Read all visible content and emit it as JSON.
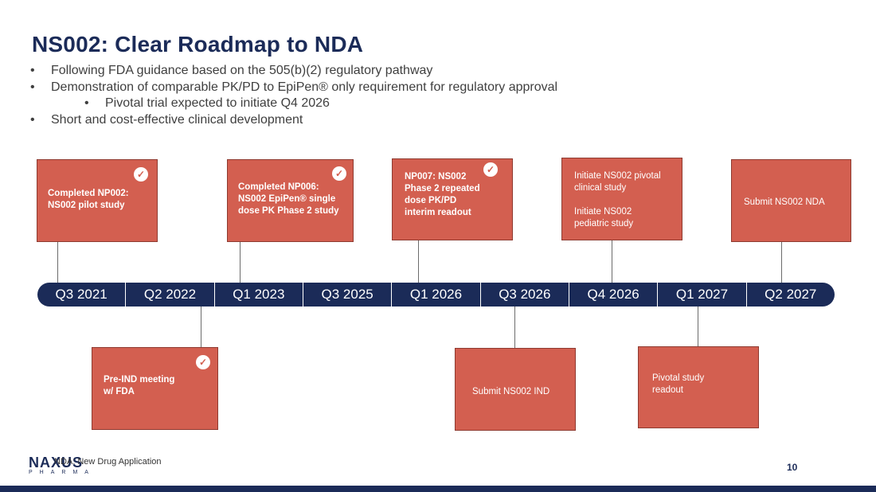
{
  "title": "NS002: Clear Roadmap to NDA",
  "bullets": {
    "b1": "Following FDA guidance based on the 505(b)(2) regulatory pathway",
    "b2": "Demonstration of comparable PK/PD to EpiPen®  only requirement for regulatory approval",
    "b2_sub": "Pivotal trial expected to initiate Q4 2026",
    "b3": "Short and cost-effective clinical development",
    "symbol": "•"
  },
  "timeline": [
    "Q3 2021",
    "Q2 2022",
    "Q1 2023",
    "Q3 2025",
    "Q1 2026",
    "Q3 2026",
    "Q4 2026",
    "Q1 2027",
    "Q2 2027"
  ],
  "milestones": {
    "np002": [
      "Completed NP002:",
      "NS002 pilot study"
    ],
    "np006": [
      "Completed NP006:",
      "NS002 EpiPen® single",
      "dose PK Phase 2 study"
    ],
    "np007": [
      "NP007: NS002",
      "Phase 2 repeated",
      "dose PK/PD",
      "interim readout"
    ],
    "pivotal": [
      "Initiate NS002 pivotal",
      "clinical study",
      "",
      "Initiate NS002",
      "pediatric study"
    ],
    "nda": [
      "Submit NS002 NDA"
    ],
    "preind": [
      "Pre-IND meeting",
      "w/ FDA"
    ],
    "ind": [
      "Submit NS002 IND"
    ],
    "readout": [
      "Pivotal study",
      "readout"
    ]
  },
  "check_glyph": "✓",
  "footnote": "NDA: New Drug Application",
  "page_number": "10",
  "logo": {
    "name": "NAXUS",
    "sub": "PHARMA"
  },
  "colors": {
    "navy": "#1b2b58",
    "box": "#d35f50"
  }
}
